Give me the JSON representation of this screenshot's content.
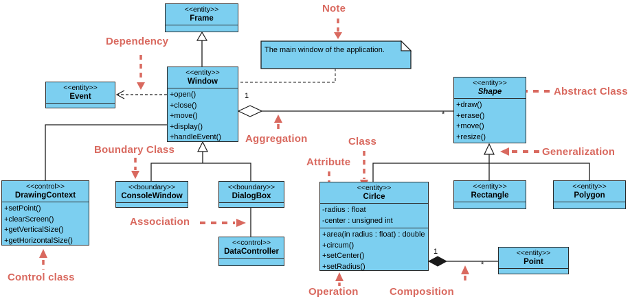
{
  "colors": {
    "class_fill": "#7CCFF0",
    "class_border": "#2b2b2b",
    "annotation_red": "#D9695F",
    "line_black": "#1a1a1a"
  },
  "diagram": {
    "classes": {
      "frame": {
        "stereotype": "<<entity>>",
        "name": "Frame"
      },
      "window": {
        "stereotype": "<<entity>>",
        "name": "Window",
        "operations": [
          "+open()",
          "+close()",
          "+move()",
          "+display()",
          "+handleEvent()"
        ]
      },
      "event": {
        "stereotype": "<<entity>>",
        "name": "Event"
      },
      "shape": {
        "stereotype": "<<entity>>",
        "name": "Shape",
        "operations": [
          "+draw()",
          "+erase()",
          "+move()",
          "+resize()"
        ]
      },
      "drawing_context": {
        "stereotype": "<<control>>",
        "name": "DrawingContext",
        "operations": [
          "+setPoint()",
          "+clearScreen()",
          "+getVerticalSize()",
          "+getHorizontalSize()"
        ]
      },
      "console_window": {
        "stereotype": "<<boundary>>",
        "name": "ConsoleWindow"
      },
      "dialog_box": {
        "stereotype": "<<boundary>>",
        "name": "DialogBox"
      },
      "data_controller": {
        "stereotype": "<<control>>",
        "name": "DataController"
      },
      "circle": {
        "stereotype": "<<entity>>",
        "name": "Cirlce",
        "attributes": [
          "-radius : float",
          "-center : unsigned int"
        ],
        "operations": [
          "+area(in radius : float) : double",
          "+circum()",
          "+setCenter()",
          "+setRadius()"
        ]
      },
      "rectangle": {
        "stereotype": "<<entity>>",
        "name": "Rectangle"
      },
      "polygon": {
        "stereotype": "<<entity>>",
        "name": "Polygon"
      },
      "point": {
        "stereotype": "<<entity>>",
        "name": "Point"
      }
    },
    "note_text": "The main window of the application.",
    "multiplicities": {
      "aggregation_source": "1",
      "aggregation_target": "*",
      "composition_source": "1",
      "composition_target": "*"
    },
    "annotations": {
      "note": "Note",
      "dependency": "Dependency",
      "aggregation": "Aggregation",
      "abstract_class": "Abstract Class",
      "boundary_class": "Boundary Class",
      "generalization": "Generalization",
      "class": "Class",
      "attribute": "Attribute",
      "association": "Association",
      "control_class": "Control class",
      "operation": "Operation",
      "composition": "Composition"
    }
  }
}
